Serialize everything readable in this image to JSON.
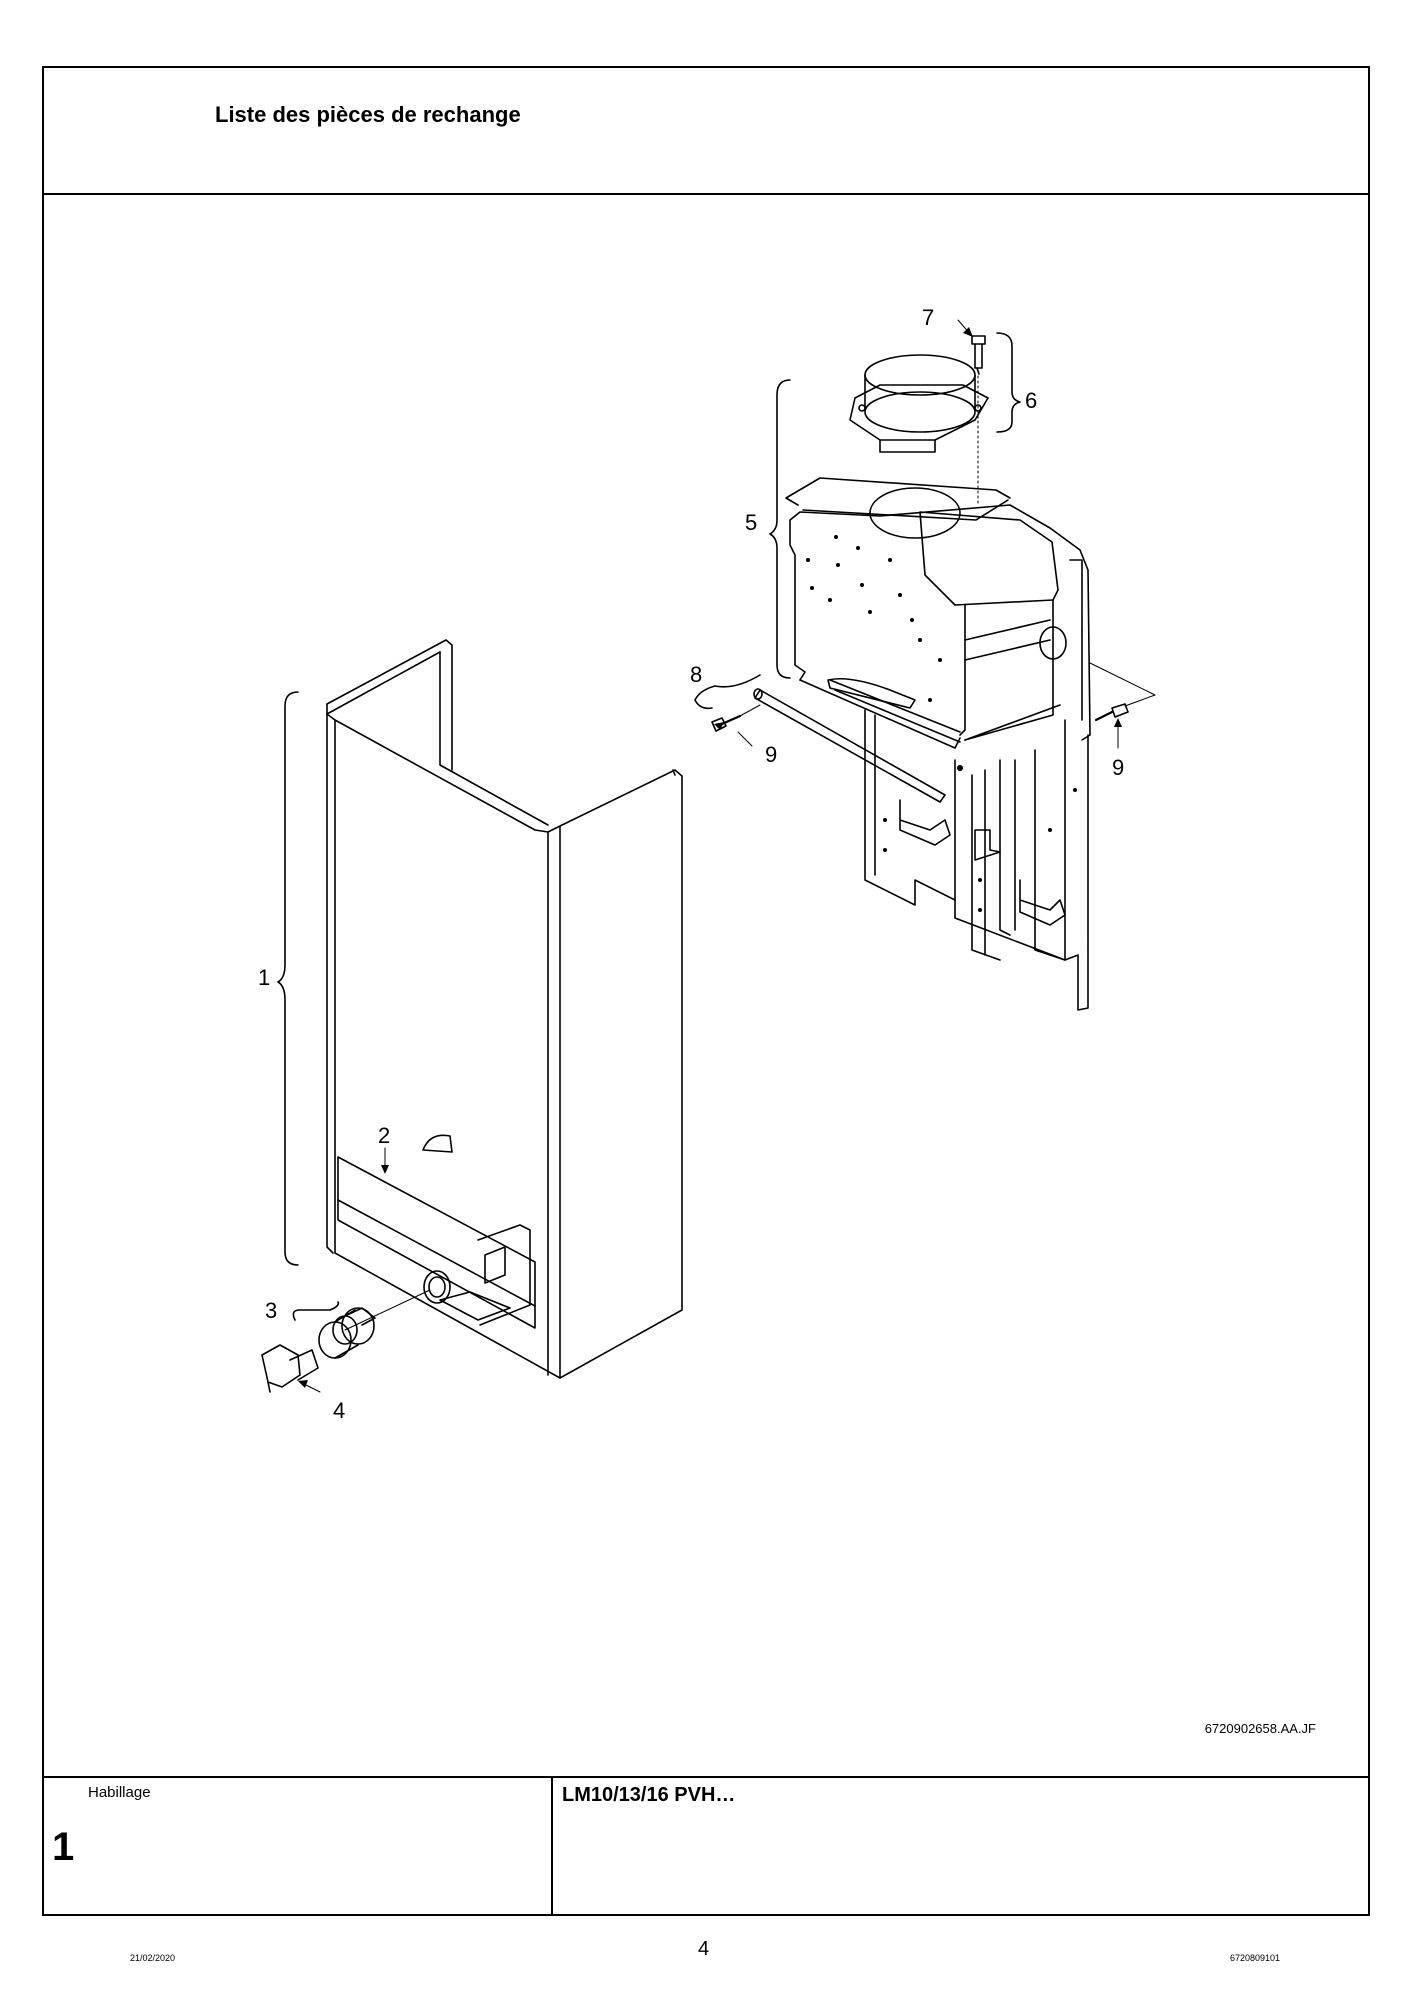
{
  "header": {
    "title": "Liste des pièces de rechange"
  },
  "drawing": {
    "callouts": [
      "1",
      "2",
      "3",
      "4",
      "5",
      "6",
      "7",
      "8",
      "9",
      "9"
    ],
    "reference": "6720902658.AA.JF"
  },
  "footer": {
    "section_label": "Habillage",
    "section_number": "1",
    "model": "LM10/13/16 PVH…",
    "date": "21/02/2020",
    "page_number": "4",
    "doc_number": "6720809101"
  }
}
